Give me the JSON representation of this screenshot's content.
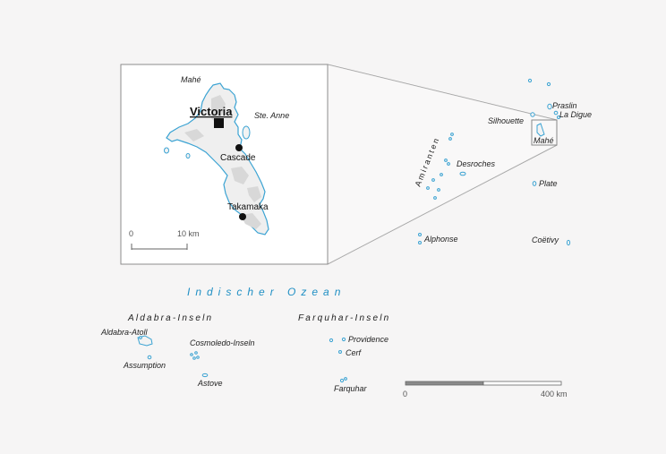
{
  "ocean": {
    "label": "Indischer Ozean"
  },
  "inset": {
    "island_label": "Mahé",
    "capital": "Victoria",
    "island_ste_anne": "Ste. Anne",
    "town_cascade": "Cascade",
    "town_takamaka": "Takamaka",
    "scale": {
      "zero": "0",
      "end": "10 km"
    }
  },
  "labels": {
    "praslin": "Praslin",
    "la_digue": "La Digue",
    "silhouette": "Silhouette",
    "mahe": "Mahé",
    "amiranten": "Amiranten",
    "desroches": "Desroches",
    "plate": "Plate",
    "alphonse": "Alphonse",
    "coetivy": "Coëtivy",
    "aldabra_group": "Aldabra-Inseln",
    "farquhar_group": "Farquhar-Inseln",
    "aldabra_atoll": "Aldabra-Atoll",
    "assumption": "Assumption",
    "cosmoledo": "Cosmoledo-Inseln",
    "astove": "Astove",
    "providence": "Providence",
    "cerf": "Cerf",
    "farquhar": "Farquhar"
  },
  "scale": {
    "zero": "0",
    "end": "400 km",
    "km_total": 400
  },
  "colors": {
    "water_outline": "#3ba3d3",
    "ocean_text": "#1f8fc4",
    "background": "#f6f5f5"
  }
}
